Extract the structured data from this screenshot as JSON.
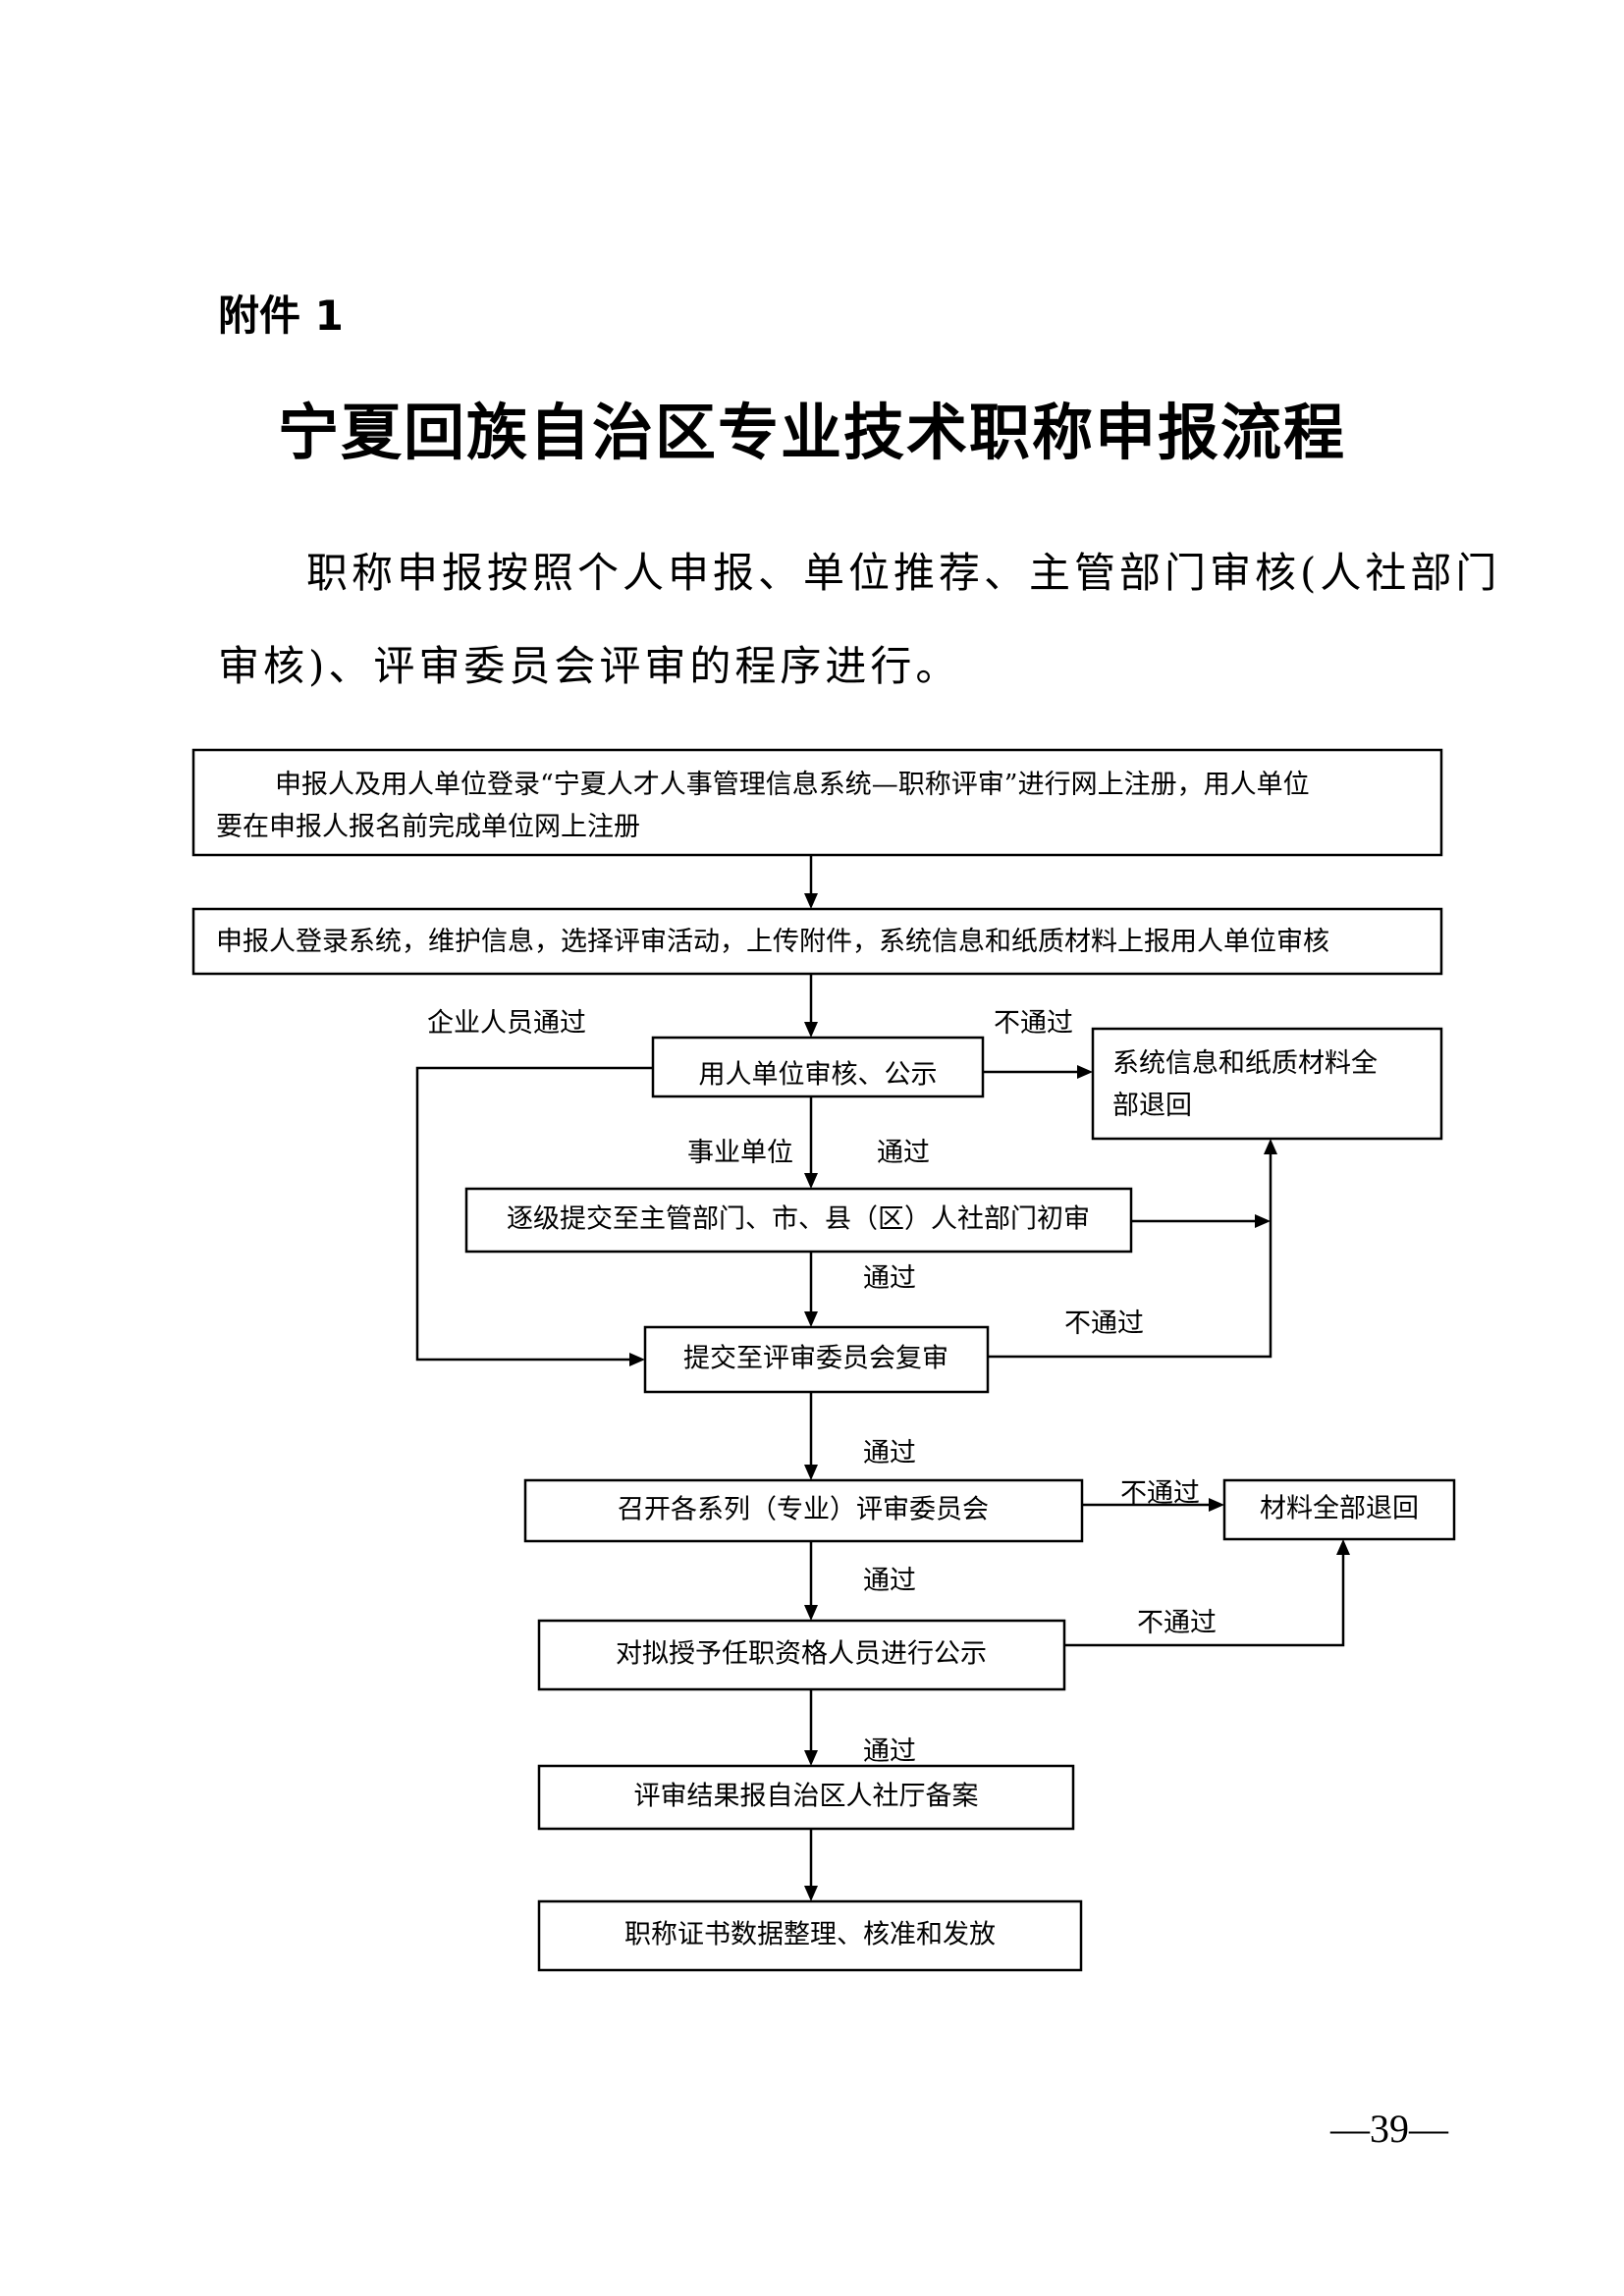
{
  "attachment_label": "附件 1",
  "title": "宁夏回族自治区专业技术职称申报流程",
  "intro": {
    "line1": "职称申报按照个人申报、单位推荐、主管部门审核(人社部门",
    "line2": "审核)、评审委员会评审的程序进行。"
  },
  "flowchart": {
    "step1_line1": "申报人及用人单位登录“宁夏人才人事管理信息系统—职称评审”进行网上注册，用人单位",
    "step1_line2": "要在申报人报名前完成单位网上注册",
    "step2": "申报人登录系统，维护信息，选择评审活动，上传附件，系统信息和纸质材料上报用人单位审核",
    "step3": "用人单位审核、公示",
    "reject1_line1": "系统信息和纸质材料全",
    "reject1_line2": "部退回",
    "step4": "逐级提交至主管部门、市、县（区）人社部门初审",
    "step5": "提交至评审委员会复审",
    "step6": "召开各系列（专业）评审委员会",
    "reject2": "材料全部退回",
    "step7": "对拟授予任职资格人员进行公示",
    "step8": "评审结果报自治区人社厅备案",
    "step9": "职称证书数据整理、核准和发放",
    "label_enterprise": "企业人员通过",
    "label_public_unit": "事业单位",
    "label_pass": "通过",
    "label_fail": "不通过"
  },
  "page_number": "—39—"
}
